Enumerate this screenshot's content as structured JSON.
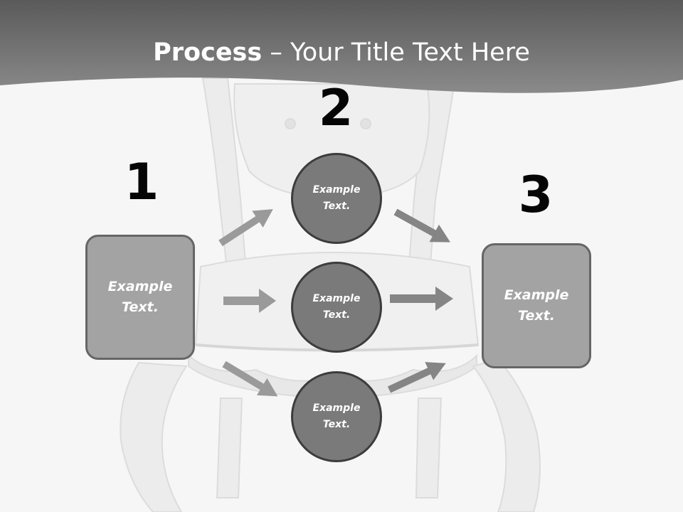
{
  "slide": {
    "title_bold": "Process",
    "title_rest": " – Your Title Text Here",
    "background_image": "white-baroque-chair",
    "header_color": "#747474",
    "arrow_color": "#9a9a9a"
  },
  "steps": [
    {
      "number": "1",
      "text": "Example Text."
    },
    {
      "number": "2",
      "text": "Example Text."
    },
    {
      "number": "3",
      "text": "Example Text."
    }
  ],
  "circles": [
    {
      "text": "Example Text."
    },
    {
      "text": "Example Text."
    },
    {
      "text": "Example Text."
    }
  ]
}
